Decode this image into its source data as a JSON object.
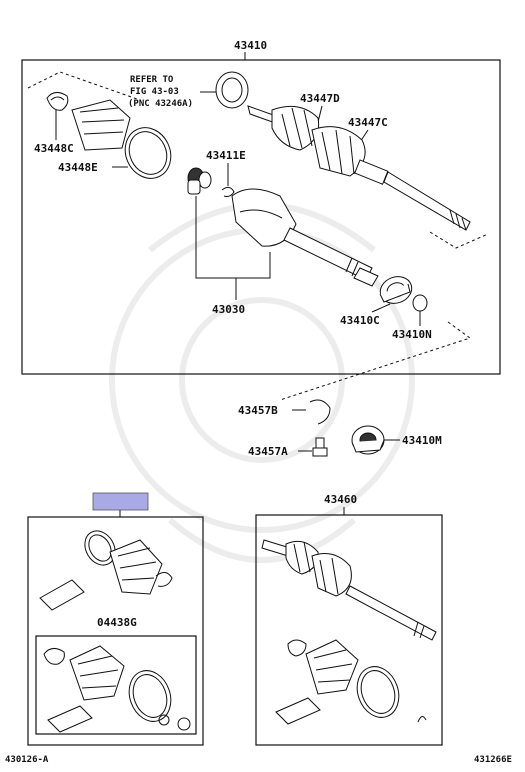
{
  "diagram": {
    "parts": {
      "p43410": "43410",
      "p43447D": "43447D",
      "p43447C": "43447C",
      "p43448C": "43448C",
      "p43448E": "43448E",
      "p43411E": "43411E",
      "p43030": "43030",
      "p43410C": "43410C",
      "p43410N": "43410N",
      "p43457B": "43457B",
      "p43457A": "43457A",
      "p43410M": "43410M",
      "p04438G": "04438G",
      "p43460": "43460"
    },
    "refer_note": {
      "line1": "REFER TO",
      "line2": "FIG 43-03",
      "line3": "(PNC 43246A)"
    },
    "highlight_color": "#a9a9e6",
    "footer": {
      "left_code": "430126-A",
      "right_code": "431266E"
    }
  }
}
